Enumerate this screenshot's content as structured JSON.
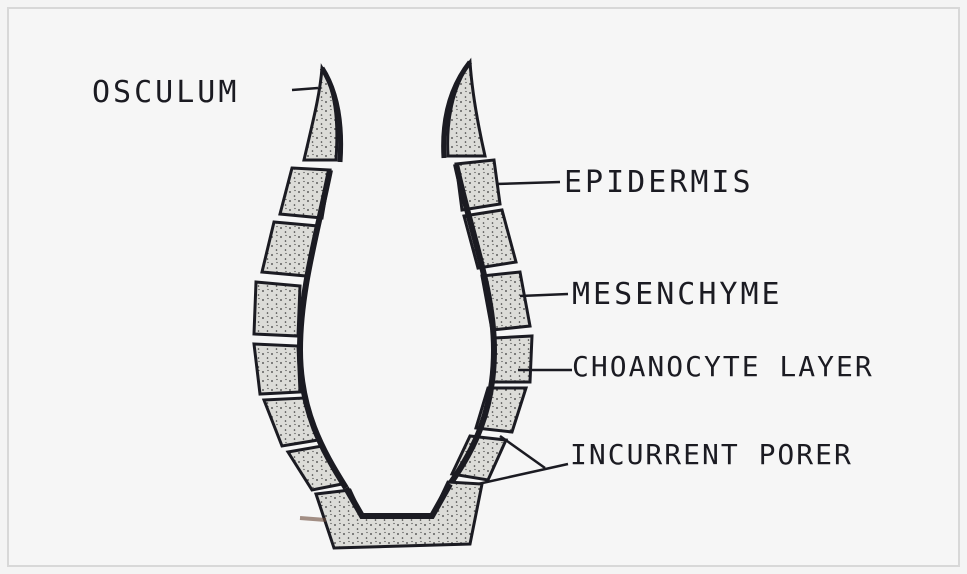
{
  "colors": {
    "paper": "#f4f4f4",
    "ink": "#1b1b22",
    "cell_fill": "#dcdcd8",
    "stipple": "#3a3a3a"
  },
  "labels": {
    "osculum": "OSCULUM",
    "epidermis": "EPIDERMIS",
    "mesenchyme": "MESENCHYME",
    "choanocyte_layer": "CHOANOCYTE LAYER",
    "incurrent_pores": "INCURRENT PORER"
  }
}
